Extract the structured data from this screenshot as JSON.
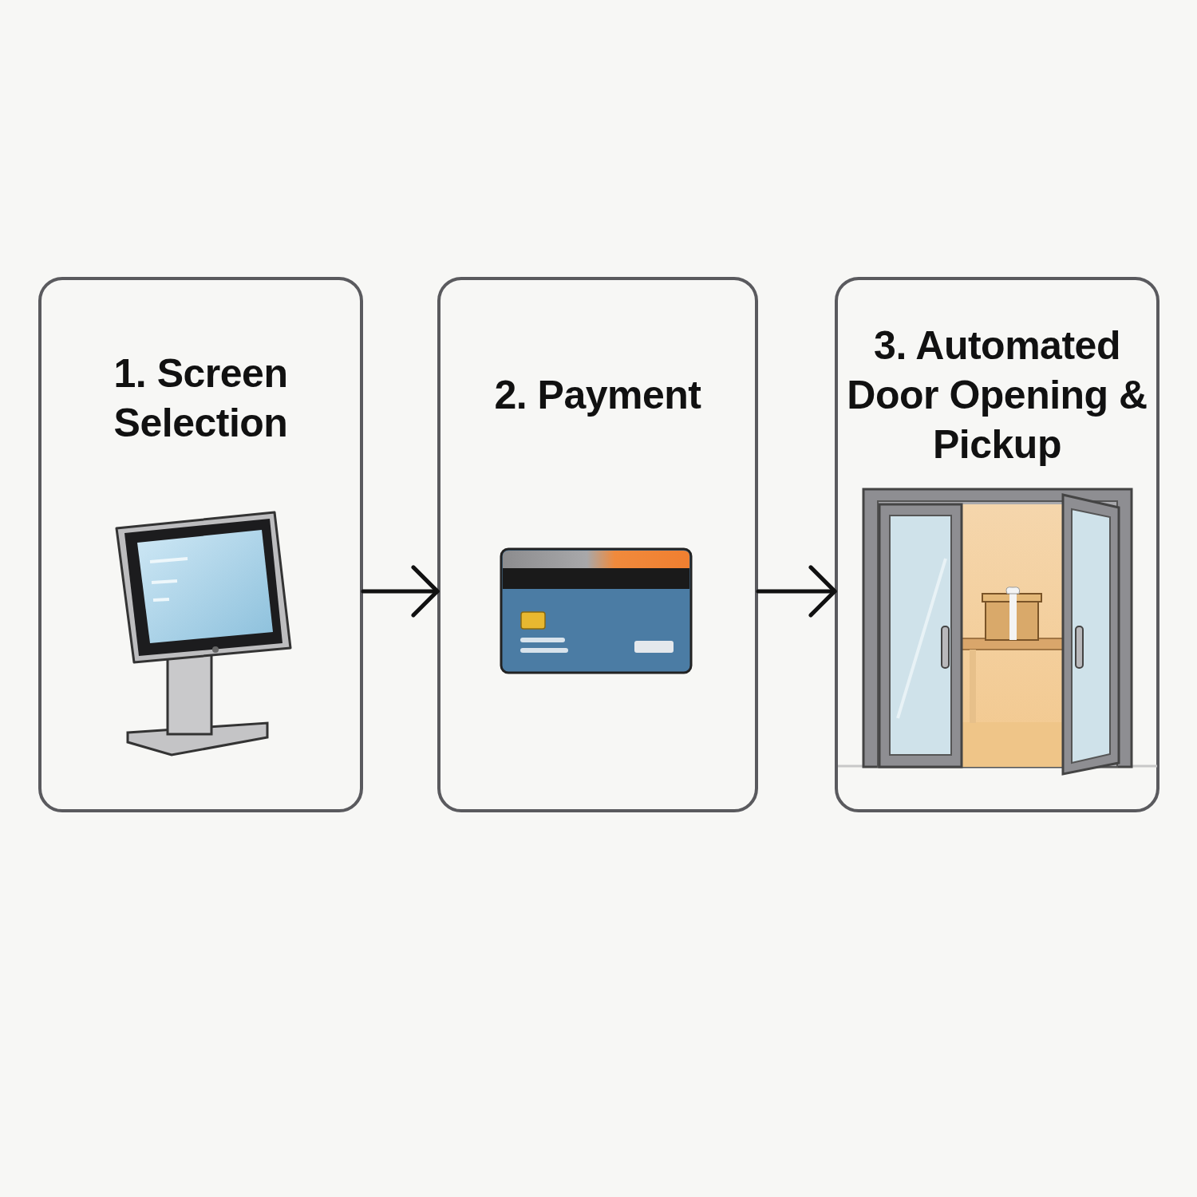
{
  "diagram": {
    "nodes": [
      {
        "text": [
          "1. Screen Selection"
        ]
      },
      {
        "text": [
          "2. Payment"
        ]
      },
      {
        "text": [
          "3. Automated Door Opening & Pickup"
        ]
      }
    ],
    "edges": [
      {
        "from": 0,
        "to": 1,
        "arrow": "to"
      },
      {
        "from": 1,
        "to": 2,
        "arrow": "to"
      }
    ]
  }
}
